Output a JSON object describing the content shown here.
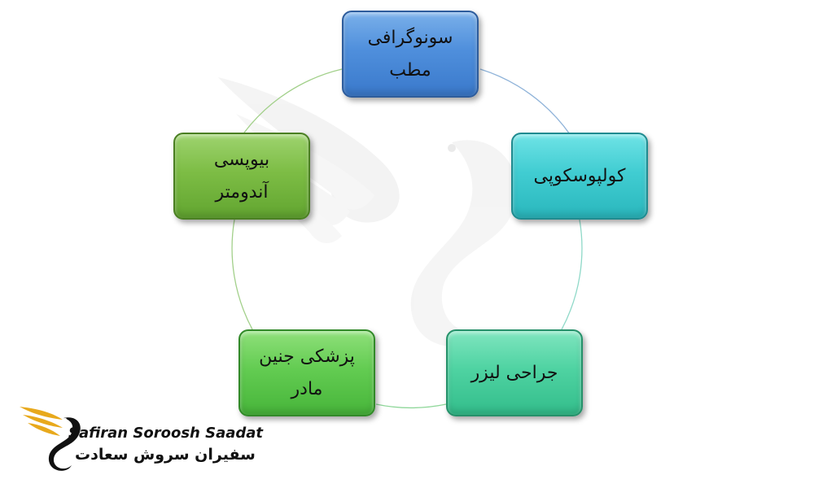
{
  "diagram": {
    "nodes": [
      {
        "id": "sono",
        "lines": [
          "سونوگرافی",
          "مطب"
        ]
      },
      {
        "id": "colpo",
        "lines": [
          "کولپوسکوپی"
        ]
      },
      {
        "id": "laser",
        "lines": [
          "جراحی لیزر"
        ]
      },
      {
        "id": "fetal",
        "lines": [
          "پزشکی جنین",
          "مادر"
        ]
      },
      {
        "id": "biopsy",
        "lines": [
          "بیوپسی",
          "آندومتر"
        ]
      }
    ]
  },
  "logo": {
    "latin": "Safiran Soroosh Saadat",
    "persian": "سفیران سروش سعادت",
    "colors": {
      "gold": "#e8a91c",
      "dark": "#111111"
    }
  },
  "colors": {
    "ring_blue": "#8fb3d9",
    "ring_green": "#8fd79a",
    "watermark": "#e9e9e9"
  }
}
